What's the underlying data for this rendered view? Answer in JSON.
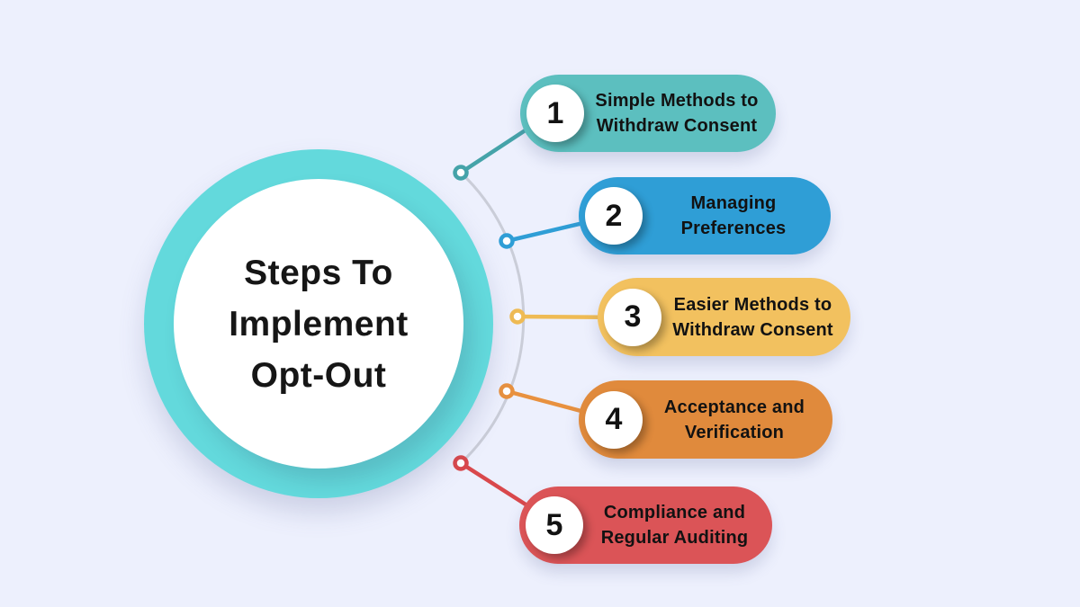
{
  "background_color": "#EDF0FD",
  "center": {
    "line1": "Steps To",
    "line2": "Implement",
    "line3": "Opt-Out",
    "ring_color": "#63D9DC",
    "inner_color": "#FFFFFF",
    "text_color": "#161616"
  },
  "connector": {
    "arc_color": "#CACDD8"
  },
  "steps": [
    {
      "number": "1",
      "line1": "Simple Methods to",
      "line2": "Withdraw Consent",
      "pill_color": "#5CBFBF",
      "accent_color": "#45A3A9"
    },
    {
      "number": "2",
      "line1": "Managing",
      "line2": "Preferences",
      "pill_color": "#2F9ED6",
      "accent_color": "#2F9ED6"
    },
    {
      "number": "3",
      "line1": "Easier Methods to",
      "line2": "Withdraw Consent",
      "pill_color": "#F2C15F",
      "accent_color": "#EFBB54"
    },
    {
      "number": "4",
      "line1": "Acceptance and",
      "line2": "Verification",
      "pill_color": "#E08A3C",
      "accent_color": "#E8913F"
    },
    {
      "number": "5",
      "line1": "Compliance and",
      "line2": "Regular Auditing",
      "pill_color": "#DB5457",
      "accent_color": "#D9484C"
    }
  ]
}
